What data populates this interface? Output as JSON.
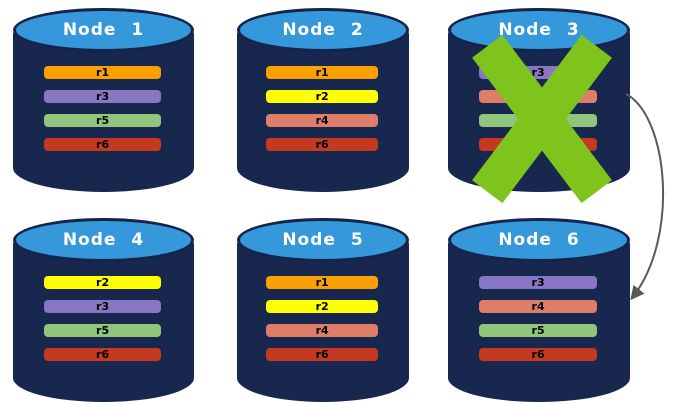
{
  "colors": {
    "cylinder_body": "#17274D",
    "cylinder_top": "#3498DB",
    "cylinder_outline": "#14244A",
    "node_title": "#FFFFFF",
    "replica_label": "#000000",
    "failure_x": "#7FC41D",
    "arrow": "#595959"
  },
  "nodes": [
    {
      "title": "Node 1",
      "failed": false,
      "replicas": [
        {
          "label": "r1",
          "color": "#F9A103"
        },
        {
          "label": "r3",
          "color": "#8878C3"
        },
        {
          "label": "r5",
          "color": "#8FC57C"
        },
        {
          "label": "r6",
          "color": "#C4391F"
        }
      ]
    },
    {
      "title": "Node 2",
      "failed": false,
      "replicas": [
        {
          "label": "r1",
          "color": "#F9A103"
        },
        {
          "label": "r2",
          "color": "#FFFF00"
        },
        {
          "label": "r4",
          "color": "#DF7E68"
        },
        {
          "label": "r6",
          "color": "#C4391F"
        }
      ]
    },
    {
      "title": "Node 3",
      "failed": true,
      "replicas": [
        {
          "label": "r3",
          "color": "#8878C3"
        },
        {
          "label": "",
          "color": "#DF7E68"
        },
        {
          "label": "",
          "color": "#8FC57C"
        },
        {
          "label": "",
          "color": "#C4391F"
        }
      ]
    },
    {
      "title": "Node 4",
      "failed": false,
      "replicas": [
        {
          "label": "r2",
          "color": "#FFFF00"
        },
        {
          "label": "r3",
          "color": "#8878C3"
        },
        {
          "label": "r5",
          "color": "#8FC57C"
        },
        {
          "label": "r6",
          "color": "#C4391F"
        }
      ]
    },
    {
      "title": "Node 5",
      "failed": false,
      "replicas": [
        {
          "label": "r1",
          "color": "#F9A103"
        },
        {
          "label": "r2",
          "color": "#FFFF00"
        },
        {
          "label": "r4",
          "color": "#DF7E68"
        },
        {
          "label": "r6",
          "color": "#C4391F"
        }
      ]
    },
    {
      "title": "Node 6",
      "failed": false,
      "replicas": [
        {
          "label": "r3",
          "color": "#8878C3"
        },
        {
          "label": "r4",
          "color": "#DF7E68"
        },
        {
          "label": "r5",
          "color": "#8FC57C"
        },
        {
          "label": "r6",
          "color": "#C4391F"
        }
      ]
    }
  ],
  "arrow": {
    "from_node": "Node 3",
    "to_node": "Node 6"
  }
}
